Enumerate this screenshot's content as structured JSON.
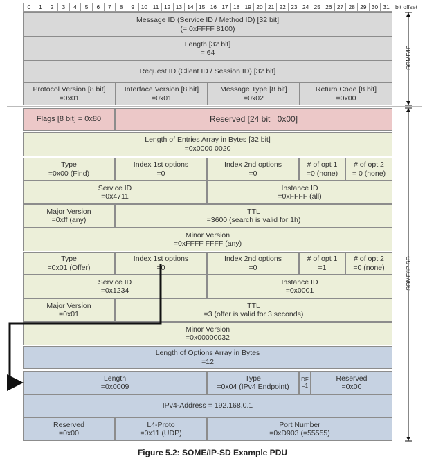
{
  "bits": [
    "0",
    "1",
    "2",
    "3",
    "4",
    "5",
    "6",
    "7",
    "8",
    "9",
    "10",
    "11",
    "12",
    "13",
    "14",
    "15",
    "16",
    "17",
    "18",
    "19",
    "20",
    "21",
    "22",
    "23",
    "24",
    "25",
    "26",
    "27",
    "28",
    "29",
    "30",
    "31"
  ],
  "bit_offset_label": "bit offset",
  "side_labels": {
    "someip": "SOME/IP",
    "someipsd": "SOME/IP SD"
  },
  "header": {
    "message_id": {
      "line1": "Message ID (Service ID / Method ID) [32 bit]",
      "line2": "(= 0xFFFF 8100)"
    },
    "length": {
      "line1": "Length [32 bit]",
      "line2": "= 64"
    },
    "request_id": "Request ID (Client ID / Session ID) [32 bit]",
    "protocol_version": {
      "line1": "Protocol Version [8 bit]",
      "line2": "=0x01"
    },
    "interface_version": {
      "line1": "Interface Version [8 bit]",
      "line2": "=0x01"
    },
    "message_type": {
      "line1": "Message Type [8 bit]",
      "line2": "=0x02"
    },
    "return_code": {
      "line1": "Return Code [8 bit]",
      "line2": "=0x00"
    }
  },
  "sd": {
    "flags": "Flags [8 bit] = 0x80",
    "reserved": "Reserved [24 bit =0x00]",
    "entries_length": {
      "line1": "Length of Entries Array in Bytes [32 bit]",
      "line2": "=0x0000 0020"
    }
  },
  "entry1": {
    "type": {
      "line1": "Type",
      "line2": "=0x00 (Find)"
    },
    "index1": {
      "line1": "Index 1st options",
      "line2": "=0"
    },
    "index2": {
      "line1": "Index 2nd options",
      "line2": "=0"
    },
    "numopt1": {
      "line1": "# of opt 1",
      "line2": "=0 (none)"
    },
    "numopt2": {
      "line1": "# of opt 2",
      "line2": "= 0 (none)"
    },
    "service_id": {
      "line1": "Service ID",
      "line2": "=0x4711"
    },
    "instance_id": {
      "line1": "Instance ID",
      "line2": "=0xFFFF (all)"
    },
    "major_version": {
      "line1": "Major Version",
      "line2": "=0xff (any)"
    },
    "ttl": {
      "line1": "TTL",
      "line2": "=3600 (search is valid for 1h)"
    },
    "minor_version": {
      "line1": "Minor Version",
      "line2": "=0xFFFF FFFF (any)"
    }
  },
  "entry2": {
    "type": {
      "line1": "Type",
      "line2": "=0x01 (Offer)"
    },
    "index1": {
      "line1": "Index 1st options",
      "line2": "=0"
    },
    "index2": {
      "line1": "Index 2nd options",
      "line2": "=0"
    },
    "numopt1": {
      "line1": "# of opt 1",
      "line2": "=1"
    },
    "numopt2": {
      "line1": "# of opt 2",
      "line2": "=0 (none)"
    },
    "service_id": {
      "line1": "Service ID",
      "line2": "=0x1234"
    },
    "instance_id": {
      "line1": "Instance ID",
      "line2": "=0x0001"
    },
    "major_version": {
      "line1": "Major Version",
      "line2": "=0x01"
    },
    "ttl": {
      "line1": "TTL",
      "line2": "=3 (offer is valid for 3 seconds)"
    },
    "minor_version": {
      "line1": "Minor Version",
      "line2": "=0x00000032"
    }
  },
  "options": {
    "length_array": {
      "line1": "Length of Options Array in Bytes",
      "line2": "=12"
    },
    "length": {
      "line1": "Length",
      "line2": "=0x0009"
    },
    "type": {
      "line1": "Type",
      "line2": "=0x04 (IPv4 Endpoint)"
    },
    "df": {
      "line1": "DF",
      "line2": "=1"
    },
    "reserved": {
      "line1": "Reserved",
      "line2": "=0x00"
    },
    "ipv4": "IPv4-Address = 192.168.0.1",
    "reserved2": {
      "line1": "Reserved",
      "line2": "=0x00"
    },
    "l4proto": {
      "line1": "L4-Proto",
      "line2": "=0x11 (UDP)"
    },
    "port": {
      "line1": "Port Number",
      "line2": "=0xD903 (=55555)"
    }
  },
  "caption": "Figure 5.2: SOME/IP-SD Example PDU",
  "colors": {
    "header": "#d9d9d9",
    "flags": "#ecc8c8",
    "entries": "#ecefd9",
    "options": "#c6d2e2"
  }
}
